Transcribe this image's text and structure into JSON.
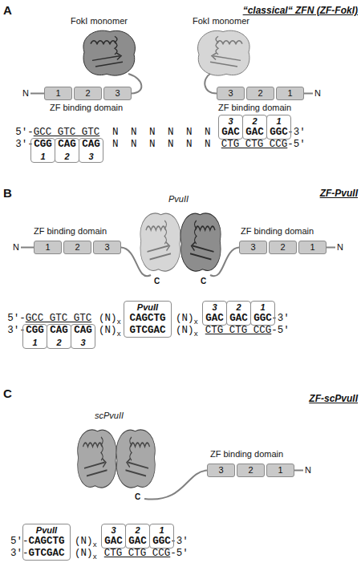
{
  "diagram": {
    "nodes": [
      {
        "text": [
          "1"
        ]
      },
      {
        "text": [
          "2"
        ]
      },
      {
        "text": [
          "3"
        ]
      },
      {
        "text": [
          "3"
        ]
      },
      {
        "text": [
          "2"
        ]
      },
      {
        "text": [
          "1"
        ]
      },
      {
        "text": [
          "3",
          "GAC"
        ]
      },
      {
        "text": [
          "2",
          "GAC"
        ]
      },
      {
        "text": [
          "1",
          "GGC"
        ]
      },
      {
        "text": [
          "CGG",
          "1"
        ]
      },
      {
        "text": [
          "CAG",
          "2"
        ]
      },
      {
        "text": [
          "CAG",
          "3"
        ]
      },
      {
        "text": [
          "1"
        ]
      },
      {
        "text": [
          "2"
        ]
      },
      {
        "text": [
          "3"
        ]
      },
      {
        "text": [
          "3"
        ]
      },
      {
        "text": [
          "2"
        ]
      },
      {
        "text": [
          "1"
        ]
      },
      {
        "text": [
          "PvuII",
          "CAGCTG",
          "GTCGAC"
        ]
      },
      {
        "text": [
          "3",
          "GAC"
        ]
      },
      {
        "text": [
          "2",
          "GAC"
        ]
      },
      {
        "text": [
          "1",
          "GGC"
        ]
      },
      {
        "text": [
          "CGG",
          "1"
        ]
      },
      {
        "text": [
          "CAG",
          "2"
        ]
      },
      {
        "text": [
          "CAG",
          "3"
        ]
      },
      {
        "text": [
          "3"
        ]
      },
      {
        "text": [
          "2"
        ]
      },
      {
        "text": [
          "1"
        ]
      },
      {
        "text": [
          "PvuII",
          "CAGCTG",
          "GTCGAC"
        ]
      },
      {
        "text": [
          "3",
          "GAC"
        ]
      },
      {
        "text": [
          "2",
          "GAC"
        ]
      },
      {
        "text": [
          "1",
          "GGC"
        ]
      }
    ],
    "labels": [
      "A",
      "“classical“ ZFN (ZF-FokI)",
      "FokI monomer",
      "FokI monomer",
      "N",
      "N",
      "ZF binding domain",
      "ZF binding domain",
      "5′-",
      "GCC GTC GTC",
      "N N N N N N",
      "-3′",
      "3′-",
      "N N N N N N",
      "CTG CTG CCG",
      "-5′",
      "B",
      "ZF-PvuII",
      "ZF binding domain",
      "PvuII",
      "ZF binding domain",
      "N",
      "N",
      "C",
      "C",
      "5′-",
      "GCC GTC GTC",
      "(N)",
      "x",
      "(N)",
      "x",
      "-3′",
      "3′-",
      "(N)",
      "x",
      "(N)",
      "x",
      "CTG CTG CCG",
      "-5′",
      "C",
      "ZF-scPvuII",
      "scPvuII",
      "ZF binding domain",
      "N",
      "C",
      "5′-",
      "(N)",
      "x",
      "-3′",
      "3′-",
      "(N)",
      "x",
      "CTG CTG CCG",
      "-5′"
    ]
  }
}
